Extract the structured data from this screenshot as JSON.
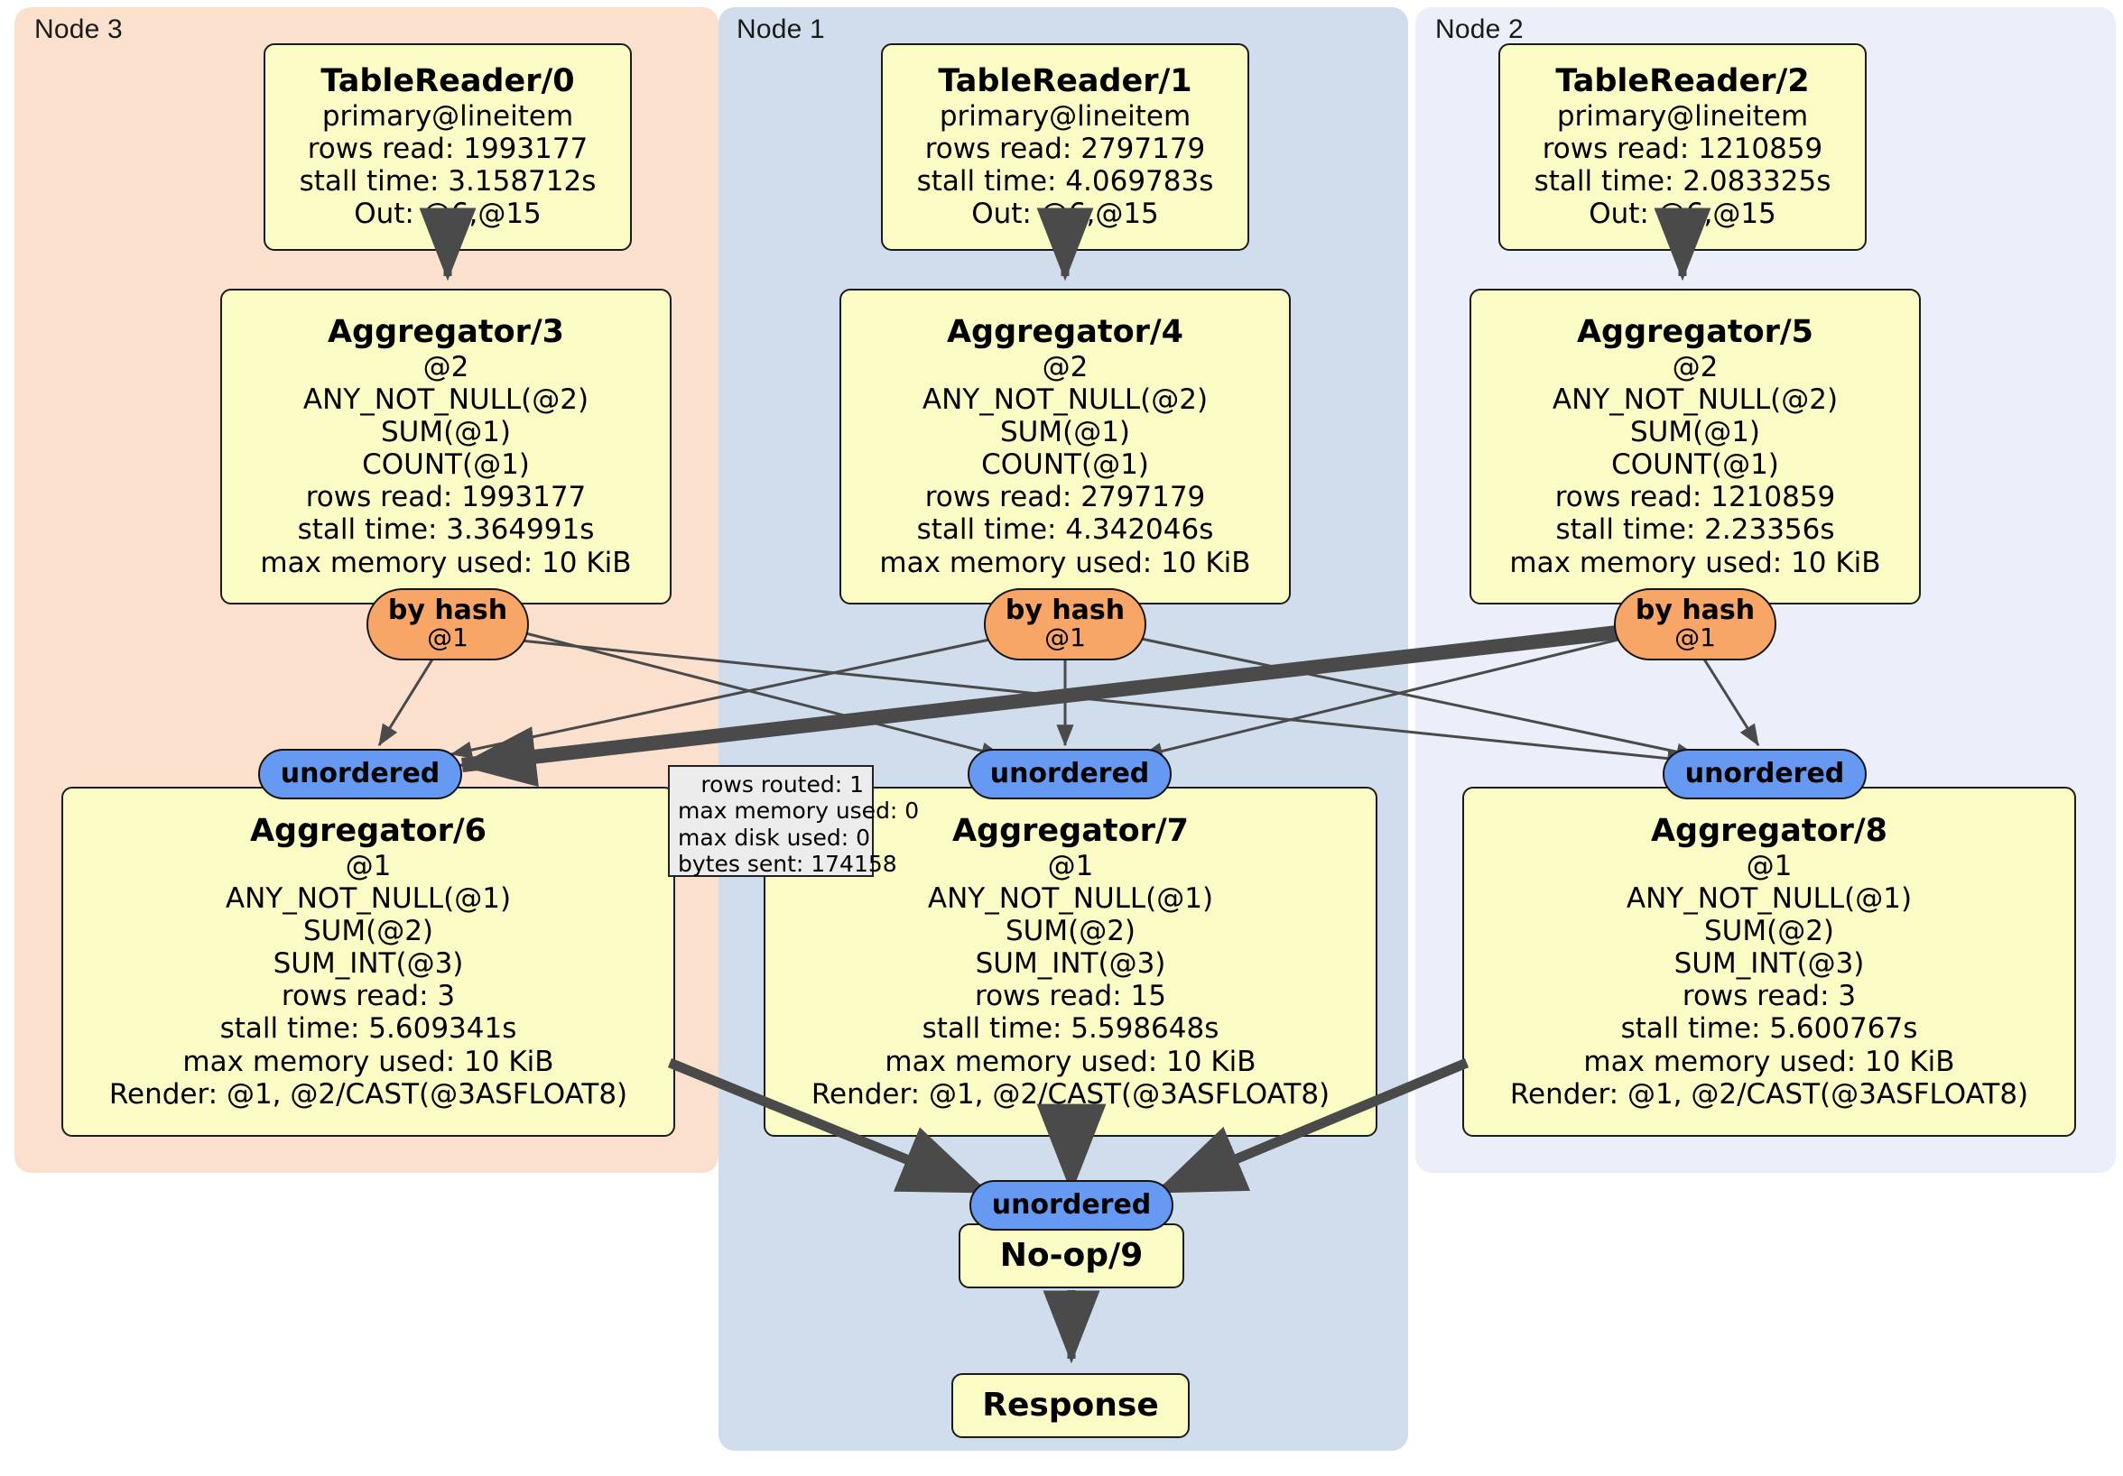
{
  "clusters": [
    {
      "label": "Node 3",
      "color": "#fbe0cd"
    },
    {
      "label": "Node 1",
      "color": "#cfdded"
    },
    {
      "label": "Node 2",
      "color": "#eaeff9"
    }
  ],
  "palette": {
    "node_fill": "#fbfbc6",
    "node_stroke": "#1b1b1b",
    "hash_badge": "#f7a667",
    "unordered_badge": "#6699f2",
    "edge": "#444444",
    "statbox_fill": "#ececec"
  },
  "nodes": [
    {
      "id": "tablereader-0",
      "title": "TableReader/0",
      "lines": [
        "primary@lineitem",
        "rows read: 1993177",
        "stall time: 3.158712s",
        "Out: @6,@15"
      ]
    },
    {
      "id": "tablereader-1",
      "title": "TableReader/1",
      "lines": [
        "primary@lineitem",
        "rows read: 2797179",
        "stall time: 4.069783s",
        "Out: @6,@15"
      ]
    },
    {
      "id": "tablereader-2",
      "title": "TableReader/2",
      "lines": [
        "primary@lineitem",
        "rows read: 1210859",
        "stall time: 2.083325s",
        "Out: @6,@15"
      ]
    },
    {
      "id": "aggregator-3",
      "title": "Aggregator/3",
      "lines": [
        "@2",
        "ANY_NOT_NULL(@2)",
        "SUM(@1)",
        "COUNT(@1)",
        "rows read: 1993177",
        "stall time: 3.364991s",
        "max memory used: 10 KiB"
      ]
    },
    {
      "id": "aggregator-4",
      "title": "Aggregator/4",
      "lines": [
        "@2",
        "ANY_NOT_NULL(@2)",
        "SUM(@1)",
        "COUNT(@1)",
        "rows read: 2797179",
        "stall time: 4.342046s",
        "max memory used: 10 KiB"
      ]
    },
    {
      "id": "aggregator-5",
      "title": "Aggregator/5",
      "lines": [
        "@2",
        "ANY_NOT_NULL(@2)",
        "SUM(@1)",
        "COUNT(@1)",
        "rows read: 1210859",
        "stall time: 2.23356s",
        "max memory used: 10 KiB"
      ]
    },
    {
      "id": "aggregator-6",
      "title": "Aggregator/6",
      "lines": [
        "@1",
        "ANY_NOT_NULL(@1)",
        "SUM(@2)",
        "SUM_INT(@3)",
        "rows read: 3",
        "stall time: 5.609341s",
        "max memory used: 10 KiB",
        "Render: @1, @2/CAST(@3ASFLOAT8)"
      ]
    },
    {
      "id": "aggregator-7",
      "title": "Aggregator/7",
      "lines": [
        "@1",
        "ANY_NOT_NULL(@1)",
        "SUM(@2)",
        "SUM_INT(@3)",
        "rows read: 15",
        "stall time: 5.598648s",
        "max memory used: 10 KiB",
        "Render: @1, @2/CAST(@3ASFLOAT8)"
      ]
    },
    {
      "id": "aggregator-8",
      "title": "Aggregator/8",
      "lines": [
        "@1",
        "ANY_NOT_NULL(@1)",
        "SUM(@2)",
        "SUM_INT(@3)",
        "rows read: 3",
        "stall time: 5.600767s",
        "max memory used: 10 KiB",
        "Render: @1, @2/CAST(@3ASFLOAT8)"
      ]
    },
    {
      "id": "noop-9",
      "title": "No-op/9",
      "lines": []
    },
    {
      "id": "response",
      "title": "Response",
      "lines": []
    }
  ],
  "badges": {
    "hash": [
      {
        "id": "by-hash-3",
        "line1": "by hash",
        "line2": "@1"
      },
      {
        "id": "by-hash-4",
        "line1": "by hash",
        "line2": "@1"
      },
      {
        "id": "by-hash-5",
        "line1": "by hash",
        "line2": "@1"
      }
    ],
    "unordered": [
      {
        "id": "unordered-left",
        "label": "unordered"
      },
      {
        "id": "unordered-center",
        "label": "unordered"
      },
      {
        "id": "unordered-right",
        "label": "unordered"
      },
      {
        "id": "unordered-final",
        "label": "unordered"
      }
    ]
  },
  "statbox": {
    "id": "router-stats",
    "lines": [
      "rows routed: 1",
      "max memory used: 0",
      "max disk used: 0",
      "bytes sent: 174158"
    ]
  }
}
